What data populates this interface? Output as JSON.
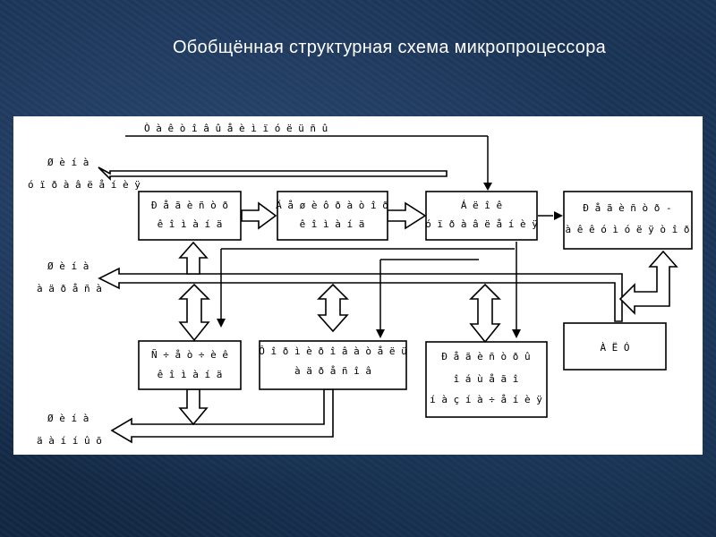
{
  "slide": {
    "title": "Обобщённая структурная схема микропроцессора"
  },
  "diagram": {
    "control_signals_label": "Ò à ê ò î â û å  è ì ï ó ë ü ñ û",
    "bus_labels": {
      "control": [
        "Ø  è í à",
        "ó ï ð à â ë å í è ÿ"
      ],
      "address": [
        "Ø  è í à",
        "à ä ð å ñ à"
      ],
      "data": [
        "Ø  è í à",
        "ä à í í û õ"
      ]
    },
    "blocks": {
      "instruction_register": [
        "Ð å ã è ñ ò ð",
        "ê î ì à í ä"
      ],
      "instruction_decoder": [
        "Ä å ø è ô ð à ò î ð",
        "ê î ì à í ä"
      ],
      "control_unit": [
        "Á ë î ê",
        "ó ï ð à â ë å í è ÿ"
      ],
      "flag_register": [
        "Ð å ã è ñ ò ð -",
        "à ê ê ó ì ó ë ÿ ò î ð"
      ],
      "program_counter": [
        "Ñ ÷ å ò ÷ è ê",
        "ê î ì à í ä"
      ],
      "address_former": [
        "Ô î ð ì è ð î â à ò å ë ü",
        "à ä ð å ñ î â"
      ],
      "general_registers": [
        "Ð å ã è ñ ò ð û",
        "î á ù å ã î",
        "í à ç í à ÷ å í è ÿ"
      ],
      "alu": [
        "À Ë Ó"
      ]
    }
  }
}
